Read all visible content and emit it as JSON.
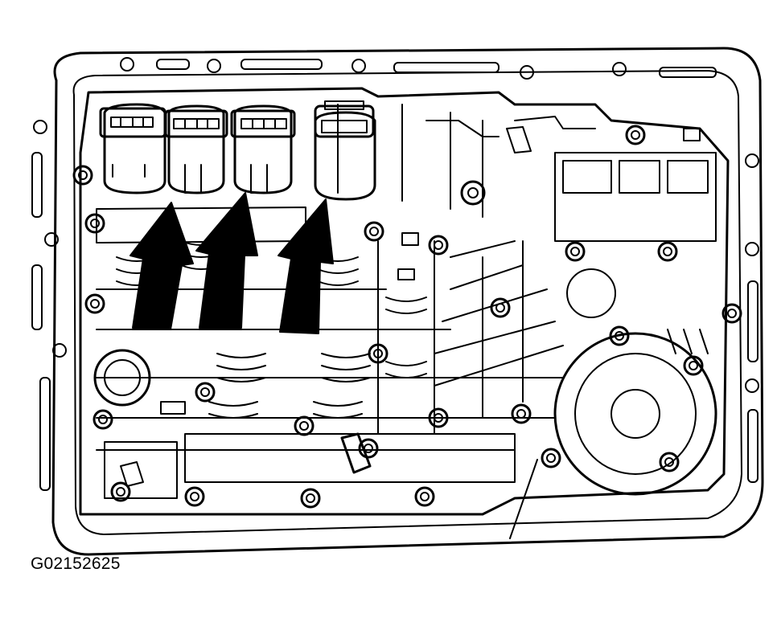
{
  "figure": {
    "id_label": "G02152625"
  },
  "colors": {
    "ink": "#000000",
    "paper": "#ffffff"
  },
  "parts": {
    "solenoid_count": 4,
    "arrow_count": 3,
    "callout_line_count": 1
  }
}
